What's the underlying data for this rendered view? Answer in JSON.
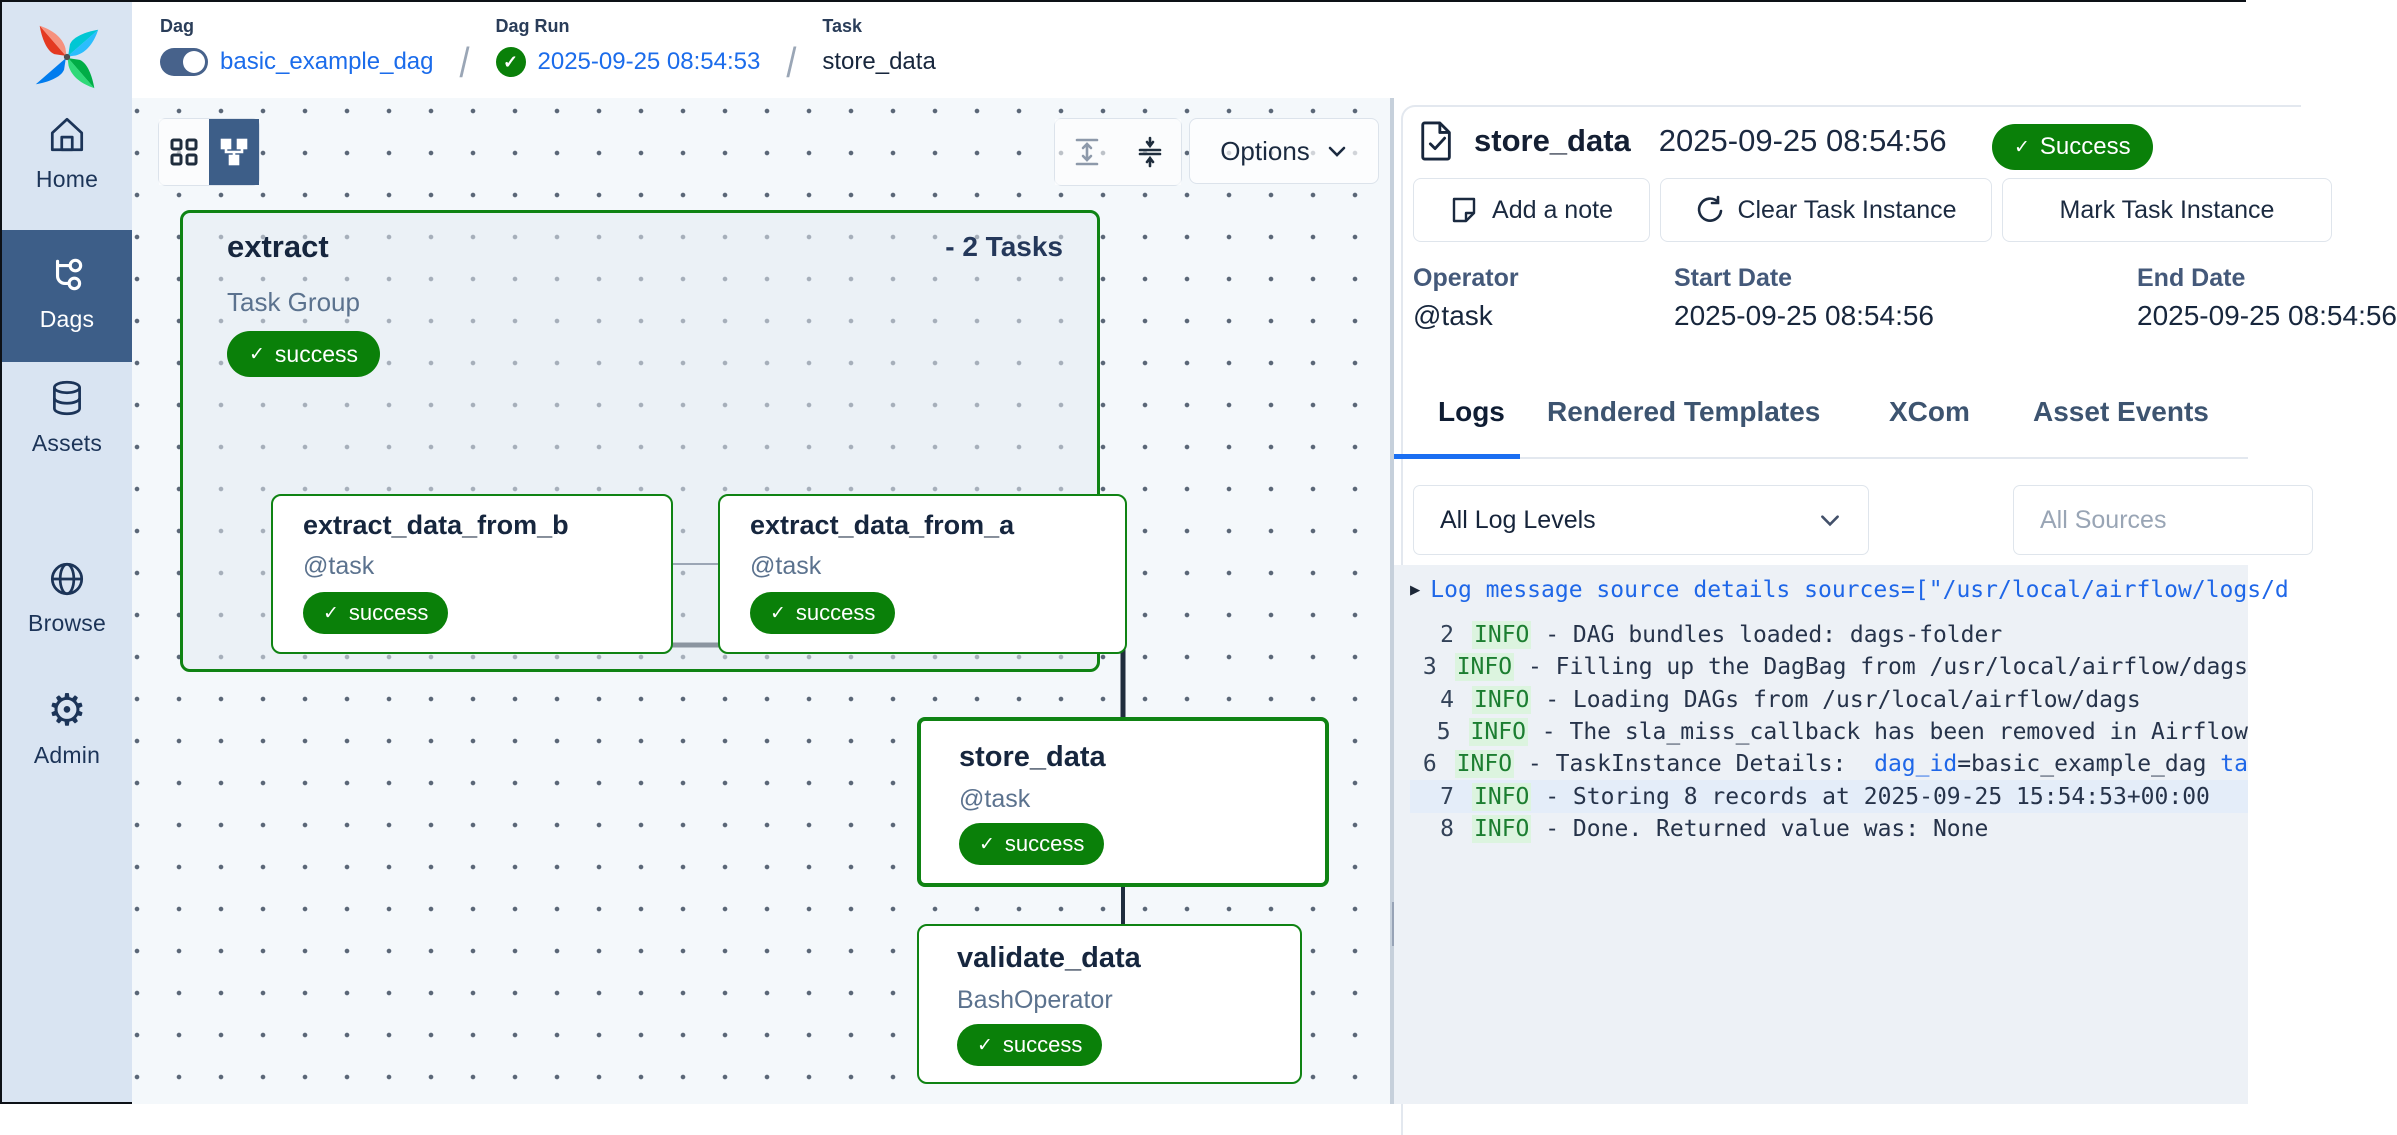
{
  "colors": {
    "success_green": "#0a8009",
    "link_blue": "#1b6ceb",
    "accent_blue": "#1b6ff2",
    "sidebar_bg": "#d9e4f2",
    "sidebar_active": "#3d5e88",
    "canvas_bg": "#f4f8fb",
    "log_bg": "#edf1f6",
    "log_info_green": "#1c7e31",
    "log_highlight": "#e4edf9"
  },
  "icons": {
    "logo": "airflow-pinwheel",
    "nav": [
      "home",
      "dag-graph",
      "database",
      "globe",
      "gear"
    ],
    "breadcrumb_run_status": "check-circle",
    "panel_title": "file-check",
    "collapse_handle": "chevron-right"
  },
  "sidebar": {
    "items": [
      {
        "label": "Home"
      },
      {
        "label": "Dags",
        "active": true
      },
      {
        "label": "Assets"
      },
      {
        "label": "Browse"
      },
      {
        "label": "Admin"
      }
    ]
  },
  "breadcrumb": {
    "dag_label": "Dag",
    "dag_value": "basic_example_dag",
    "dag_run_label": "Dag Run",
    "dag_run_value": "2025-09-25 08:54:53",
    "task_label": "Task",
    "task_value": "store_data",
    "separator": "/"
  },
  "toolbar": {
    "options_label": "Options"
  },
  "graph": {
    "group": {
      "title": "extract",
      "count_label": "- 2 Tasks",
      "subtitle": "Task Group",
      "status": "success"
    },
    "nodes": [
      {
        "title": "extract_data_from_b",
        "subtitle": "@task",
        "status": "success"
      },
      {
        "title": "extract_data_from_a",
        "subtitle": "@task",
        "status": "success"
      },
      {
        "title": "store_data",
        "subtitle": "@task",
        "status": "success",
        "selected": true
      },
      {
        "title": "validate_data",
        "subtitle": "BashOperator",
        "status": "success"
      }
    ],
    "check": "✓"
  },
  "panel": {
    "title": "store_data",
    "timestamp": "2025-09-25 08:54:56",
    "status": "Success",
    "buttons": {
      "add_note": "Add a note",
      "clear": "Clear Task Instance",
      "mark": "Mark Task Instance"
    },
    "meta": {
      "operator_label": "Operator",
      "operator_value": "@task",
      "start_label": "Start Date",
      "start_value": "2025-09-25 08:54:56",
      "end_label": "End Date",
      "end_value": "2025-09-25 08:54:56"
    },
    "tabs": [
      {
        "label": "Logs",
        "active": true
      },
      {
        "label": "Rendered Templates"
      },
      {
        "label": "XCom"
      },
      {
        "label": "Asset Events"
      }
    ],
    "filters": {
      "log_level_value": "All Log Levels",
      "sources_placeholder": "All Sources"
    }
  },
  "logs": {
    "summary": "Log message source details sources=[\"/usr/local/airflow/logs/d",
    "lines": [
      {
        "n": "2",
        "level": "INFO",
        "segments": [
          {
            "t": " - DAG bundles loaded: dags-folder"
          }
        ]
      },
      {
        "n": "3",
        "level": "INFO",
        "segments": [
          {
            "t": " - Filling up the DagBag from /usr/local/airflow/dags"
          }
        ]
      },
      {
        "n": "4",
        "level": "INFO",
        "segments": [
          {
            "t": " - Loading DAGs from /usr/local/airflow/dags"
          }
        ]
      },
      {
        "n": "5",
        "level": "INFO",
        "segments": [
          {
            "t": " - The sla_miss_callback has been removed in Airflow"
          }
        ]
      },
      {
        "n": "6",
        "level": "INFO",
        "segments": [
          {
            "t": " - TaskInstance Details:  "
          },
          {
            "t": "dag_id",
            "c": "link"
          },
          {
            "t": "=basic_example_dag "
          },
          {
            "t": "ta",
            "c": "link"
          }
        ]
      },
      {
        "n": "7",
        "level": "INFO",
        "highlight": true,
        "segments": [
          {
            "t": " - Storing 8 records at 2025-09-25 15:54:53+00:00"
          }
        ]
      },
      {
        "n": "8",
        "level": "INFO",
        "segments": [
          {
            "t": " - Done. Returned value was: None"
          }
        ]
      }
    ]
  }
}
